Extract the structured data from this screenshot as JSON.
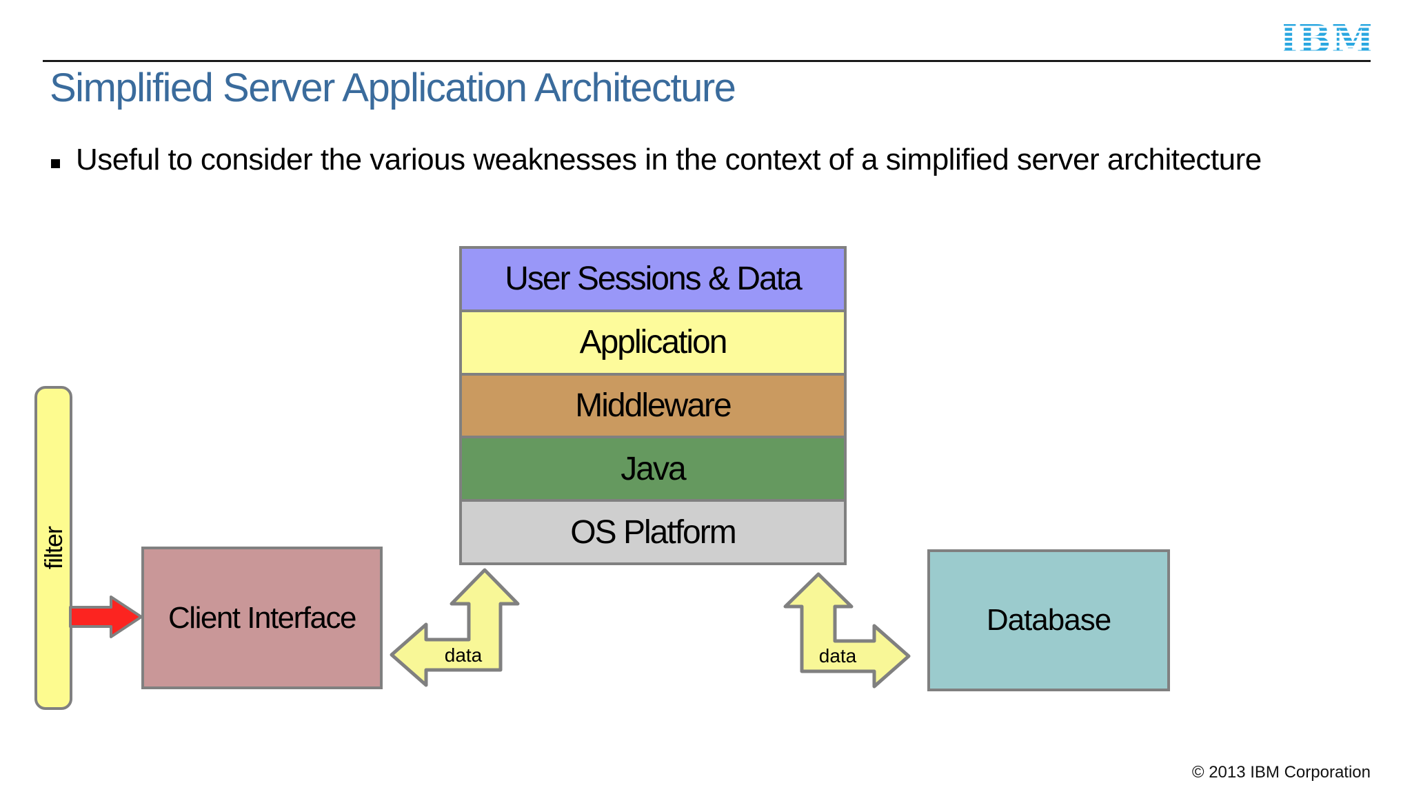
{
  "header": {
    "brand": "IBM",
    "brand_color": "#2AA7E0",
    "title": "Simplified Server Application Architecture",
    "title_color": "#3A6B9C"
  },
  "bullet": {
    "text": "Useful to consider the various weaknesses in the context of a simplified server architecture"
  },
  "diagram": {
    "stack": {
      "layers": [
        {
          "label": "User Sessions & Data",
          "color": "#9997F8"
        },
        {
          "label": "Application",
          "color": "#FDFB9B"
        },
        {
          "label": "Middleware",
          "color": "#CA9A60"
        },
        {
          "label": "Java",
          "color": "#65995F"
        },
        {
          "label": "OS Platform",
          "color": "#CFCFCF"
        }
      ]
    },
    "filter": {
      "label": "filter",
      "color": "#FDFB8F"
    },
    "client_interface": {
      "label": "Client Interface",
      "color": "#C99798"
    },
    "database": {
      "label": "Database",
      "color": "#9BCBCD"
    },
    "data_arrows": {
      "left_label": "data",
      "right_label": "data",
      "fill": "#F8F797"
    },
    "red_arrow": {
      "fill": "#FC2420"
    }
  },
  "footer": {
    "copyright": "© 2013 IBM Corporation"
  }
}
